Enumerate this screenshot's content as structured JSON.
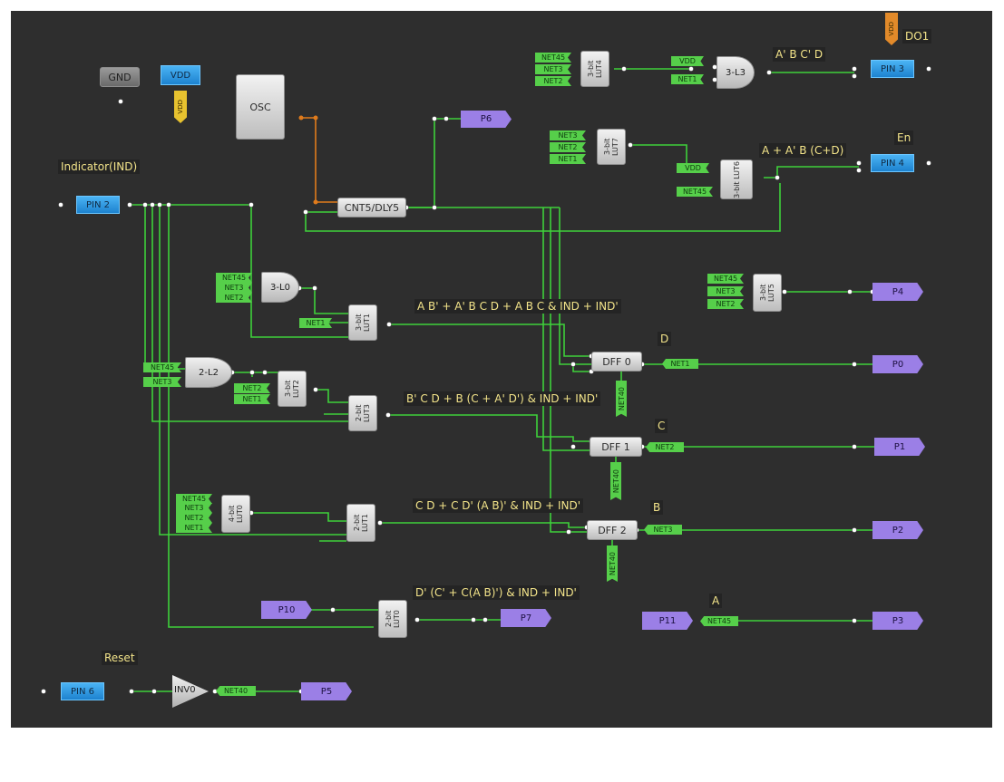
{
  "labels": {
    "indicator": "Indicator(IND)",
    "reset": "Reset",
    "do1": "DO1",
    "en": "En",
    "eq_l3": "A' B C' D",
    "eq_l6": "A + A' B (C+D)",
    "eq_lut1": "A B' + A' B C D + A B C & IND + IND'",
    "eq_lut3": "B' C D + B (C + A' D') & IND + IND'",
    "eq_lut1b": "C D + C D' (A B)' & IND + IND'",
    "eq_lut0": "D' (C' + C(A B)') & IND + IND'",
    "d": "D",
    "c": "C",
    "b": "B",
    "a": "A"
  },
  "pins": {
    "pin2": "PIN 2",
    "pin3": "PIN 3",
    "pin4": "PIN 4",
    "pin6": "PIN 6",
    "gnd": "GND",
    "vdd": "VDD"
  },
  "ports": {
    "p6": "P6",
    "p4": "P4",
    "p0": "P0",
    "p1": "P1",
    "p2": "P2",
    "p3": "P3",
    "p7": "P7",
    "p5": "P5",
    "p10": "P10",
    "p11": "P11"
  },
  "blocks": {
    "osc": "OSC",
    "cnt": "CNT5/DLY5",
    "l0": "3-L0",
    "l2": "2-L2",
    "l3": "3-L3",
    "inv": "INV0",
    "dff0": "DFF 0",
    "dff1": "DFF 1",
    "dff2": "DFF 2",
    "lut4": "3-bit LUT4",
    "lut7": "3-bit LUT7",
    "lut6": "3-bit LUT6",
    "lut5": "3-bit LUT5",
    "lut1a": "3-bit LUT1",
    "lut2": "3-bit LUT2",
    "lut3": "2-bit LUT3",
    "lut0a": "4-bit LUT0",
    "lut1b": "2-bit LUT1",
    "lut0b": "2-bit LUT0"
  },
  "nets": {
    "net45": "NET45",
    "net3": "NET3",
    "net2": "NET2",
    "net1": "NET1",
    "vdd": "VDD",
    "net40": "NET40"
  },
  "colors": {
    "canvas": "#2e2e2e",
    "wire": "#3ed13a",
    "orange_wire": "#e07b1c",
    "pin": "#2a9be8",
    "port": "#9b7fe6",
    "net": "#56cf4a",
    "label": "#f3e48a"
  }
}
